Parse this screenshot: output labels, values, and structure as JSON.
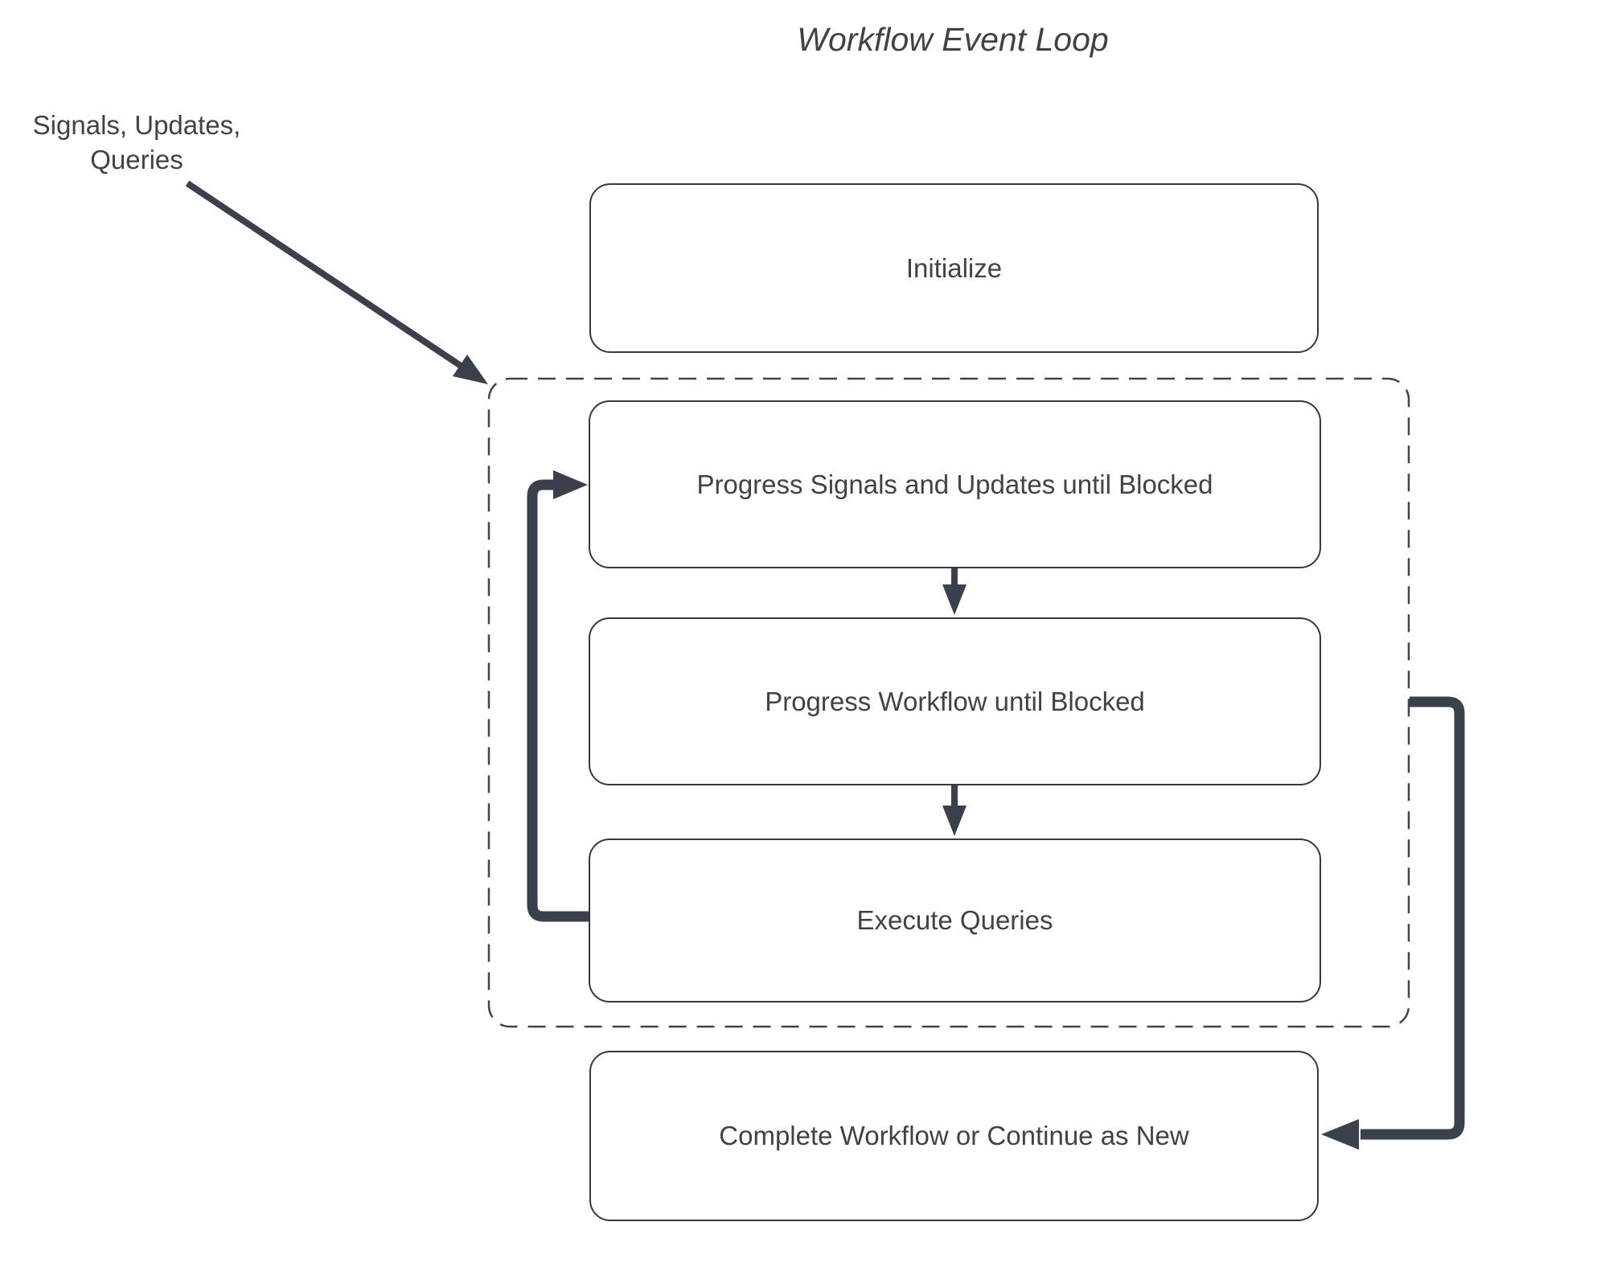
{
  "title": "Workflow Event Loop",
  "annotation": {
    "label": "Signals, Updates,\nQueries"
  },
  "nodes": [
    {
      "id": "initialize",
      "label": "Initialize"
    },
    {
      "id": "progress-signals",
      "label": "Progress Signals and Updates until Blocked"
    },
    {
      "id": "progress-workflow",
      "label": "Progress Workflow until Blocked"
    },
    {
      "id": "execute-queries",
      "label": "Execute Queries"
    },
    {
      "id": "complete",
      "label": "Complete Workflow or Continue as New"
    }
  ],
  "edges": [
    {
      "from": "signals-updates-queries-label",
      "to": "event-loop-group",
      "style": "thin-diagonal-arrow"
    },
    {
      "from": "progress-signals",
      "to": "progress-workflow",
      "style": "straight-down-arrow"
    },
    {
      "from": "progress-workflow",
      "to": "execute-queries",
      "style": "straight-down-arrow"
    },
    {
      "from": "execute-queries",
      "to": "progress-signals",
      "style": "thick-left-loop-arrow"
    },
    {
      "from": "event-loop-group",
      "to": "complete",
      "style": "thick-right-loop-arrow"
    }
  ],
  "groups": [
    {
      "id": "event-loop-group",
      "label": "",
      "style": "dashed-rounded-rectangle"
    }
  ],
  "colors": {
    "background": "#ffffff",
    "connector": "#3a414d",
    "node_border": "#34383f",
    "dashed_border": "#3f434a",
    "text": "#3e424a"
  }
}
